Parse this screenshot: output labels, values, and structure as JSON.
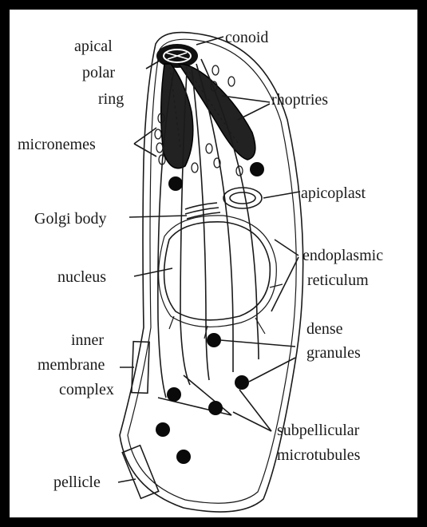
{
  "labels": {
    "conoid": "conoid",
    "apical_polar_ring": [
      "apical",
      "polar",
      "ring"
    ],
    "rhoptries": "rhoptries",
    "micronemes": "micronemes",
    "apicoplast": "apicoplast",
    "golgi_body": "Golgi body",
    "endoplasmic_reticulum": [
      "endoplasmic",
      "reticulum"
    ],
    "nucleus": "nucleus",
    "dense_granules": [
      "dense",
      "granules"
    ],
    "inner_membrane_complex": [
      "inner",
      "membrane",
      "complex"
    ],
    "subpellicular_microtubules": [
      "subpellicular",
      "microtubules"
    ],
    "pellicle": "pellicle"
  }
}
